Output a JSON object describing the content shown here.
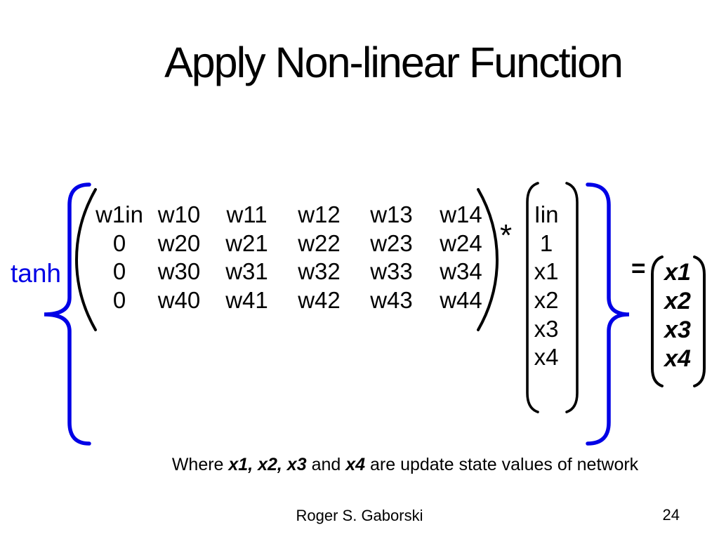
{
  "slide": {
    "title": "Apply Non-linear Function",
    "footer": {
      "author": "Roger S. Gaborski",
      "page_number": "24"
    }
  },
  "equation": {
    "function_label": "tanh",
    "multiply_operator": "*",
    "equals_sign": "=",
    "matrix": {
      "rows": [
        [
          "w1in",
          "w10",
          "w11",
          "w12",
          "w13",
          "w14"
        ],
        [
          "0",
          "w20",
          "w21",
          "w22",
          "w23",
          "w24"
        ],
        [
          "0",
          "w30",
          "w31",
          "w32",
          "w33",
          "w34"
        ],
        [
          "0",
          "w40",
          "w41",
          "w42",
          "w43",
          "w44"
        ]
      ]
    },
    "input_vector": [
      "Iin",
      "1",
      "x1",
      "x2",
      "x3",
      "x4"
    ],
    "output_vector": [
      "x1",
      "x2",
      "x3",
      "x4"
    ]
  },
  "caption": {
    "prefix": "Where ",
    "emphasis1": "x1, x2, x3",
    "middle": " and ",
    "emphasis2": "x4",
    "suffix": " are update state values of network"
  },
  "colors": {
    "accent_blue": "#0000e6",
    "ink": "#000000"
  }
}
